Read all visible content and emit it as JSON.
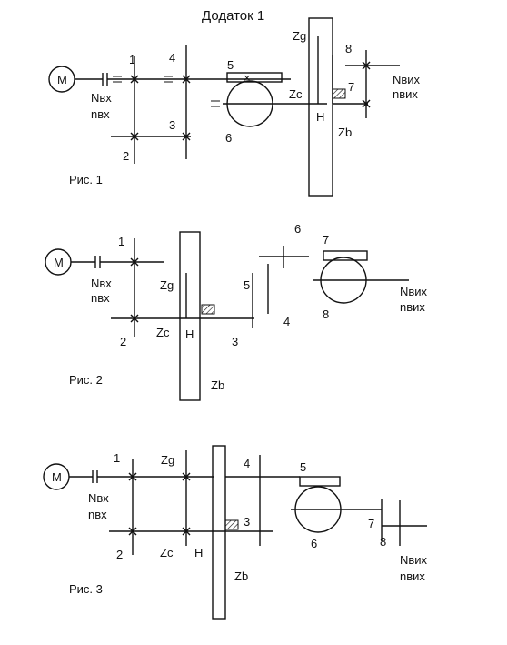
{
  "title": "Додаток 1",
  "figures": [
    {
      "caption": "Рис. 1",
      "motor": "M",
      "input_power": "Nвх",
      "input_speed": "nвх",
      "output_power": "Nвих",
      "output_speed": "nвих",
      "labels": [
        "1",
        "2",
        "3",
        "4",
        "5",
        "6",
        "7",
        "8",
        "Zg",
        "Zc",
        "H",
        "Zb"
      ]
    },
    {
      "caption": "Рис. 2",
      "motor": "M",
      "input_power": "Nвх",
      "input_speed": "nвх",
      "output_power": "Nвих",
      "output_speed": "nвих",
      "labels": [
        "1",
        "2",
        "3",
        "4",
        "5",
        "6",
        "7",
        "8",
        "Zg",
        "Zc",
        "H",
        "Zb"
      ]
    },
    {
      "caption": "Рис. 3",
      "motor": "M",
      "input_power": "Nвх",
      "input_speed": "nвх",
      "output_power": "Nвих",
      "output_speed": "nвих",
      "labels": [
        "1",
        "2",
        "3",
        "4",
        "5",
        "6",
        "7",
        "8",
        "Zg",
        "Zc",
        "H",
        "Zb"
      ]
    }
  ]
}
